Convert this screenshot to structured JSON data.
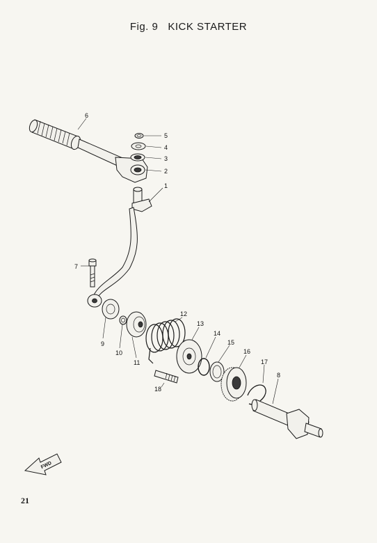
{
  "header": {
    "fig_label": "Fig. 9",
    "title": "KICK STARTER"
  },
  "page_number": "21",
  "fwd_label": "FWD",
  "callouts": {
    "c1": "1",
    "c2": "2",
    "c3": "3",
    "c4": "4",
    "c5": "5",
    "c6": "6",
    "c7": "7",
    "c8": "8",
    "c9": "9",
    "c10": "10",
    "c11": "11",
    "c12": "12",
    "c13": "13",
    "c14": "14",
    "c15": "15",
    "c16": "16",
    "c17": "17",
    "c18": "18"
  }
}
